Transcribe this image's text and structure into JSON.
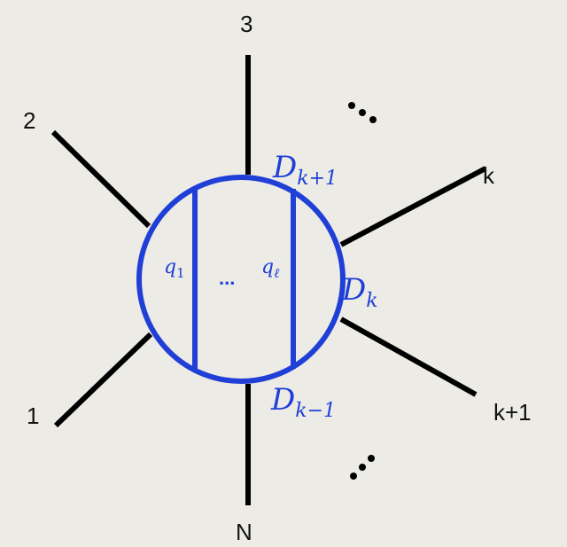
{
  "colors": {
    "background": "#ecebe6",
    "legs": "#000000",
    "loop": "#1f3fd6"
  },
  "legs": {
    "label_3": "3",
    "label_2": "2",
    "label_k": "k",
    "label_k_plus_1": "k+1",
    "label_1": "1",
    "label_N": "N"
  },
  "propagators": {
    "D_k_plus_1": {
      "base": "D",
      "sub": "k+1"
    },
    "D_k": {
      "base": "D",
      "sub": "k"
    },
    "D_k_minus_1": {
      "base": "D",
      "sub": "k−1"
    }
  },
  "loop_momenta": {
    "q1": {
      "base": "q",
      "sub": "1"
    },
    "q_ell": {
      "base": "q",
      "sub": "ℓ"
    },
    "middle_ellipsis": "..."
  }
}
